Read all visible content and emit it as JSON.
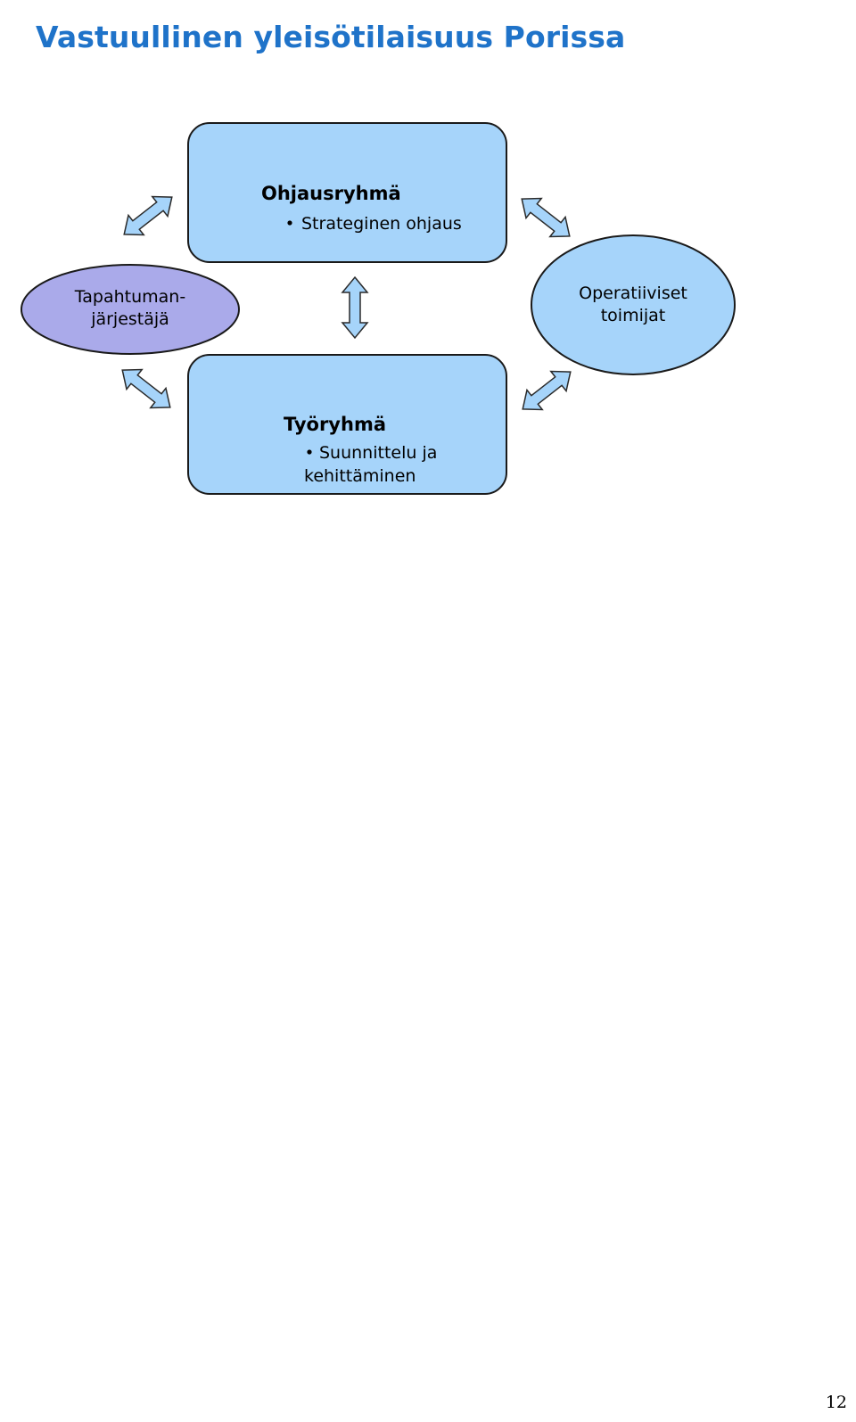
{
  "title": "Vastuullinen yleisötilaisuus Porissa",
  "nodes": {
    "steering_group": {
      "title": "Ohjausryhmä",
      "bullet": "Strateginen ohjaus"
    },
    "working_group": {
      "title": "Työryhmä",
      "bullet_line1": "Suunnittelu ja",
      "bullet_line2": "kehittäminen"
    },
    "organizer": {
      "line1": "Tapahtuman-",
      "line2": "järjestäjä"
    },
    "operational_actors": {
      "line1": "Operatiiviset",
      "line2": "toimijat"
    }
  },
  "colors": {
    "title": "#1f73c9",
    "box_fill": "#a6d4fa",
    "organizer_fill": "#aaaaea",
    "operational_fill": "#a6d4fa",
    "arrow_fill": "#a6d4fa"
  },
  "page_number": "12"
}
